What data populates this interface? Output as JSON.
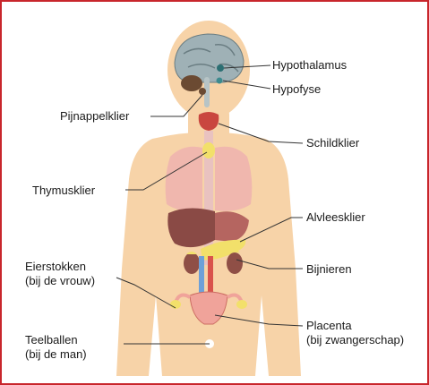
{
  "labels": {
    "hypothalamus": "Hypothalamus",
    "hypofyse": "Hypofyse",
    "pijnappelklier": "Pijnappelklier",
    "schildklier": "Schildklier",
    "thymusklier": "Thymusklier",
    "alvleesklier": "Alvleesklier",
    "bijnieren": "Bijnieren",
    "eierstokken_1": "Eierstokken",
    "eierstokken_2": "(bij de vrouw)",
    "placenta_1": "Placenta",
    "placenta_2": "(bij zwangerschap)",
    "teelballen_1": "Teelballen",
    "teelballen_2": "(bij de man)"
  },
  "colors": {
    "border": "#c8262c",
    "skin": "#f7d3a8",
    "organ_red": "#e8a39a",
    "liver": "#8a4a45",
    "gland_yellow": "#f2e06a",
    "line": "#333333"
  }
}
